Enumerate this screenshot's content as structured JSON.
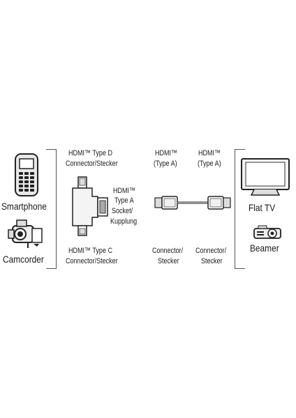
{
  "devices_left": {
    "smartphone_label": "Smartphone",
    "camcorder_label": "Camcorder",
    "smartphone_icon": "smartphone-icon",
    "camcorder_icon": "camcorder-icon"
  },
  "adapter": {
    "top_label_line1": "HDMI™ Type D",
    "top_label_line2": "Connector/Stecker",
    "bottom_label_line1": "HDMI™ Type C",
    "bottom_label_line2": "Connector/Stecker",
    "socket_line1": "HDMI™",
    "socket_line2": "Type A",
    "socket_line3": "Socket/",
    "socket_line4": "Kupplung"
  },
  "cable": {
    "left_top_line1": "HDMI™",
    "left_top_line2": "(Type A)",
    "right_top_line1": "HDMI™",
    "right_top_line2": "(Type A)",
    "left_bottom_line1": "Connector/",
    "left_bottom_line2": "Stecker",
    "right_bottom_line1": "Connector/",
    "right_bottom_line2": "Stecker"
  },
  "devices_right": {
    "tv_label": "Flat TV",
    "beamer_label": "Beamer",
    "tv_icon": "flat-tv-icon",
    "beamer_icon": "beamer-icon"
  }
}
